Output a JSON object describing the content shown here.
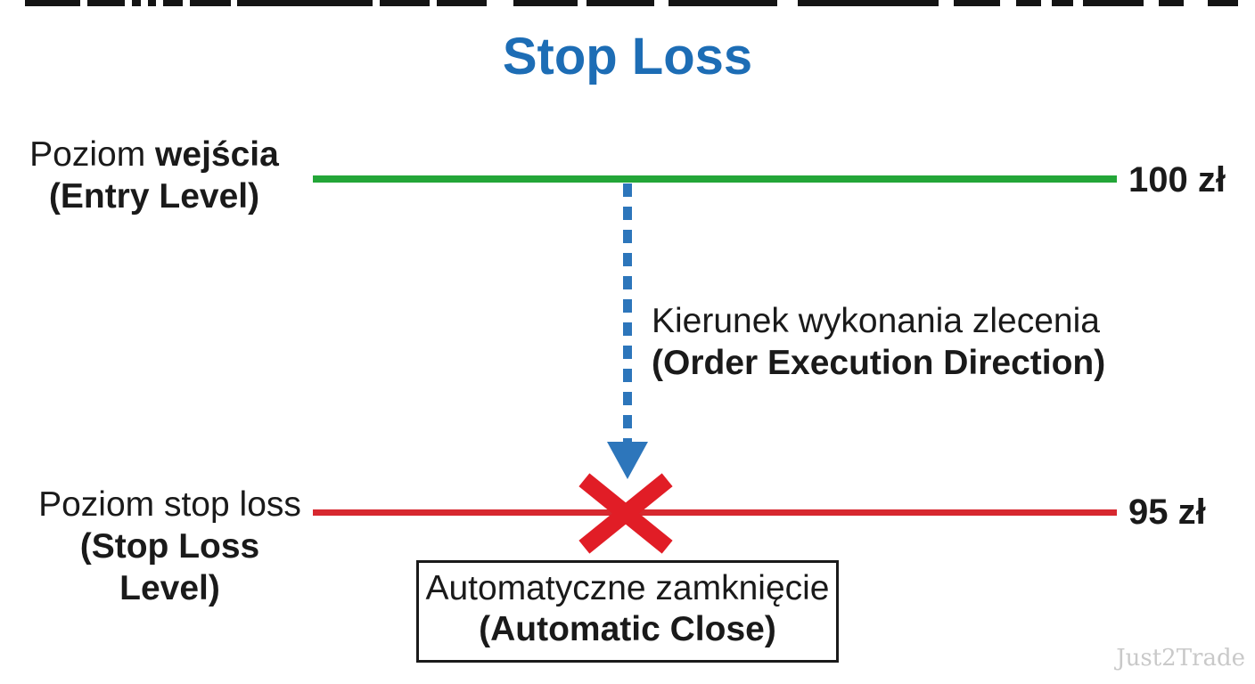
{
  "title": "Stop Loss",
  "colors": {
    "title_blue": "#1d6db5",
    "entry_green": "#23a638",
    "stop_red": "#d7282f",
    "cross_red": "#e11d26",
    "arrow_blue": "#2d76bb",
    "text_black": "#1a1a1a",
    "watermark_gray": "#c9c9c9",
    "strip_dark": "#141414"
  },
  "entry_level": {
    "label_pl_regular": "Poziom ",
    "label_pl_bold": "wejścia",
    "label_en": "(Entry Level)",
    "price": "100 zł"
  },
  "execution_direction": {
    "label_pl": "Kierunek wykonania zlecenia",
    "label_en": "(Order Execution Direction)"
  },
  "stop_loss_level": {
    "label_pl": "Poziom stop loss",
    "label_en": "(Stop Loss Level)",
    "price": "95 zł"
  },
  "auto_close": {
    "label_pl": "Automatyczne zamknięcie",
    "label_en": "(Automatic Close)"
  },
  "watermark": "Just2Trade",
  "top_strip": {
    "height": 7,
    "segments": [
      [
        28,
        62
      ],
      [
        98,
        42
      ],
      [
        148,
        10
      ],
      [
        166,
        9
      ],
      [
        183,
        22
      ],
      [
        213,
        46
      ],
      [
        266,
        152
      ],
      [
        426,
        56
      ],
      [
        490,
        56
      ],
      [
        576,
        72
      ],
      [
        658,
        76
      ],
      [
        750,
        122
      ],
      [
        895,
        158
      ],
      [
        1070,
        52
      ],
      [
        1140,
        28
      ],
      [
        1180,
        24
      ],
      [
        1215,
        68
      ],
      [
        1300,
        28
      ],
      [
        1355,
        34
      ]
    ]
  }
}
